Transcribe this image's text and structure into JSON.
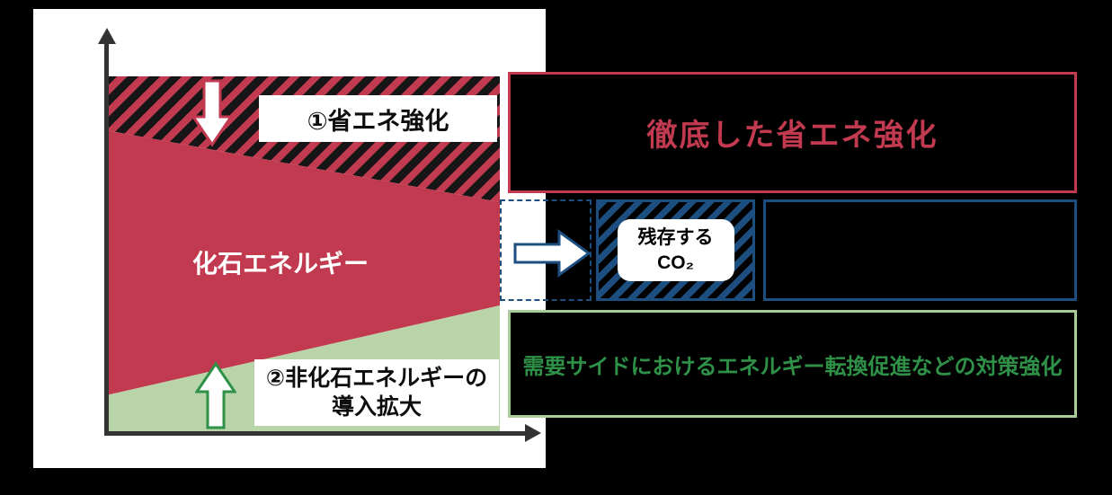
{
  "chart": {
    "saving_arrow_label": "①省エネ強化",
    "fossil_label": "化石エネルギー",
    "nonfossil_label": {
      "line1": "②非化石エネルギーの",
      "line2": "導入拡大"
    }
  },
  "boxes": {
    "thorough_saving": "徹底した省エネ強化",
    "remaining_co2": {
      "line1": "残存する",
      "line2": "CO₂"
    },
    "demand_side": "需要サイドにおけるエネルギー転換促進などの対策強化"
  },
  "colors": {
    "crimson": "#c13a50",
    "light_green": "#b8d4a8",
    "green_accent": "#2f9148",
    "navy": "#1d4e80",
    "panel_white": "#ffffff",
    "background_black": "#000000",
    "axis_gray": "#333333"
  }
}
